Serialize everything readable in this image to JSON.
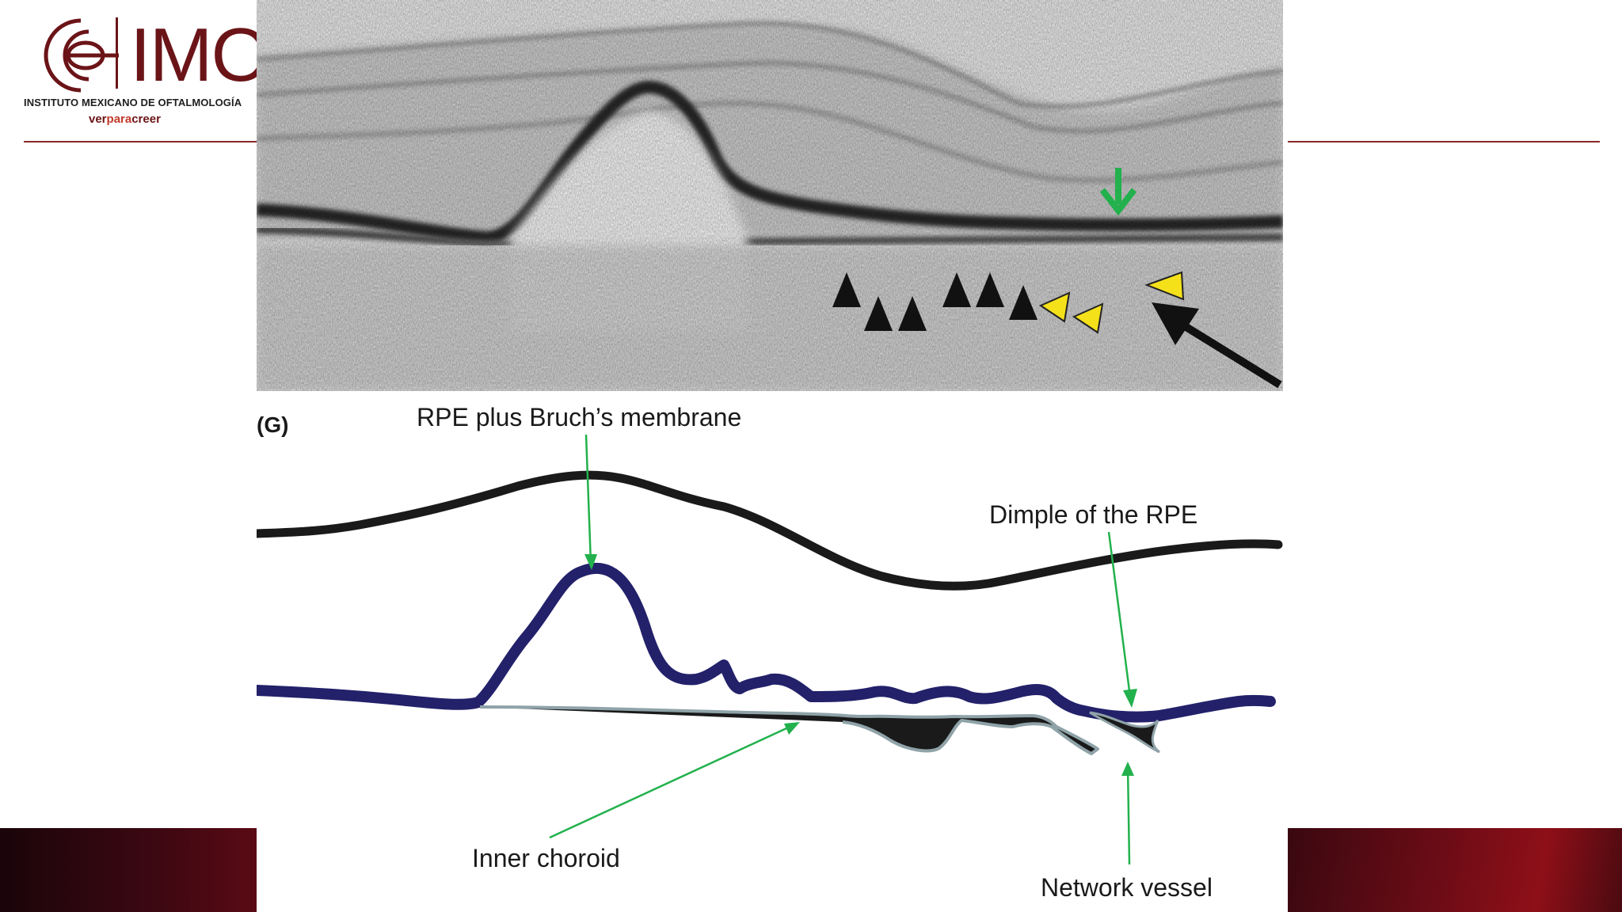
{
  "logo": {
    "wordmark": "IMO",
    "institution": "INSTITUTO MEXICANO DE OFTALMOLOGÍA",
    "tagline_prefix": "ver",
    "tagline_mid": "para",
    "tagline_suffix": "creer",
    "brand_color": "#6b1418",
    "accent_color": "#c0392b"
  },
  "panel": {
    "label": "(G)"
  },
  "annotations": {
    "rpe_bruch": "RPE plus Bruch’s membrane",
    "dimple": "Dimple of the RPE",
    "inner_choroid": "Inner choroid",
    "network_vessel": "Network vessel"
  },
  "colors": {
    "rpe_line": "#23216a",
    "retina_line": "#1a1a1a",
    "choroid_line": "#8fa3a8",
    "pointer": "#22b14c",
    "arrowhead_yellow": "#f5e11a",
    "arrowhead_black": "#111111"
  }
}
